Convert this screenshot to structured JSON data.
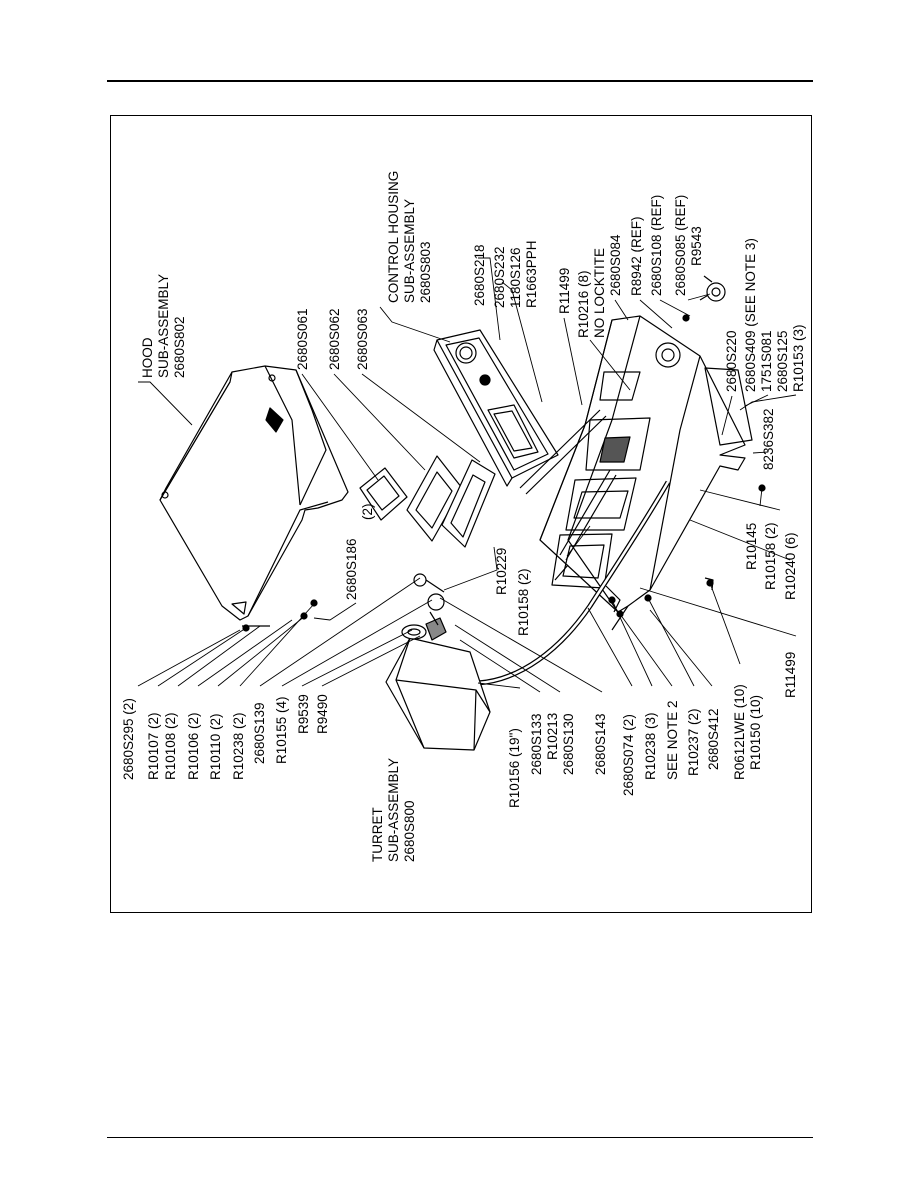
{
  "labels": {
    "hood": [
      "HOOD",
      "SUB-ASSEMBLY",
      "2680S802"
    ],
    "control_housing": [
      "CONTROL HOUSING",
      "SUB-ASSEMBLY",
      "2680S803"
    ],
    "turret": [
      "TURRET",
      "SUB-ASSEMBLY",
      "2680S800"
    ],
    "s061": "2680S061",
    "s062": "2680S062",
    "s063": "2680S063",
    "s218": "2680S218",
    "s232_group": [
      "2680S232",
      "1180S126",
      "R1663PPH"
    ],
    "r11499_top": "R11499",
    "r10216_group": [
      "R10216 (8)",
      "NO LOCKTITE"
    ],
    "s084": "2680S084",
    "r8942": "R8942 (REF)",
    "s108": "2680S108 (REF)",
    "s085_group": [
      "2680S085 (REF)",
      "R9543"
    ],
    "s220": "2680S220",
    "s409_group": [
      "2680S409 (SEE NOTE 3)",
      "1751S081",
      "2680S125",
      "R10153 (3)"
    ],
    "s382": "8236S382",
    "s186": [
      "2680S186",
      "(2)"
    ],
    "r10229": "R10229",
    "r10158_left": "R10158 (2)",
    "r10145_group": [
      "R10145",
      "R10158 (2)",
      "R10240 (6)"
    ],
    "r11499_bottom": "R11499",
    "left_column": [
      "2680S295 (2)",
      "R10107 (2)",
      "R10108 (2)",
      "R10106 (2)",
      "R10110 (2)",
      "R10238 (2)",
      "2680S139",
      "R10155 (4)",
      "R9539",
      "R9490"
    ],
    "r10156": "R10156 (19\")",
    "s133_group": [
      "2680S133",
      "R10213",
      "2680S130"
    ],
    "s143": "2680S143",
    "s074": "2680S074 (2)",
    "r10238_3": "R10238 (3)",
    "note2": "SEE NOTE 2",
    "r10237": "R10237 (2)",
    "s412": "2680S412",
    "r0612_group": [
      "R0612LWE (10)",
      "R10150 (10)"
    ]
  }
}
